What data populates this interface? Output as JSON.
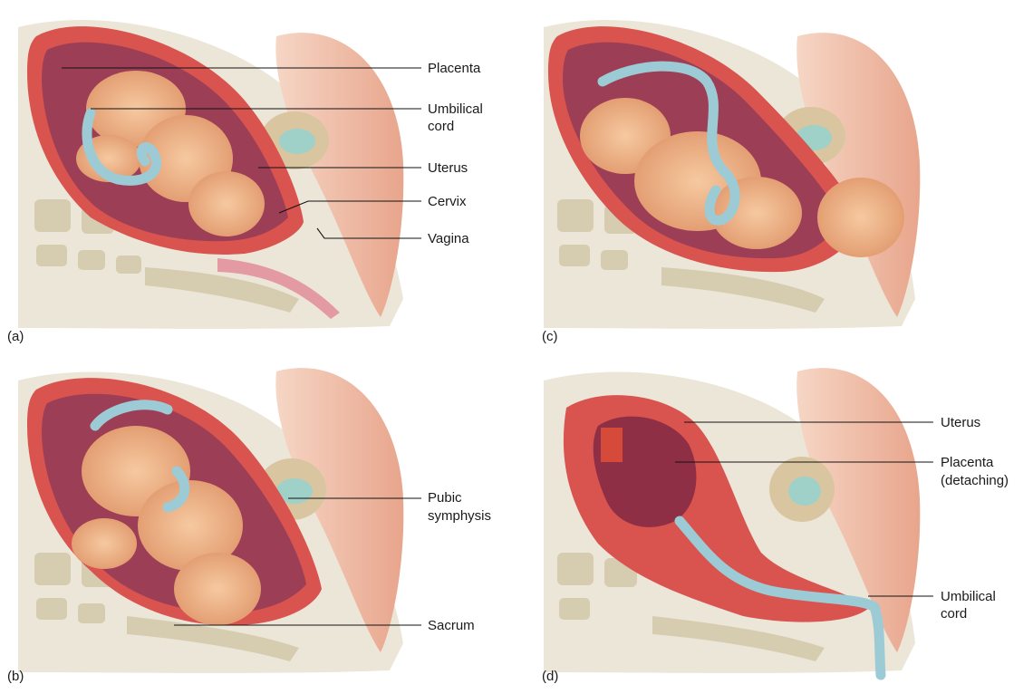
{
  "panels": {
    "a": {
      "letter": "(a)",
      "labels": [
        "Placenta",
        "Umbilical",
        "cord",
        "Uterus",
        "Cervix",
        "Vagina"
      ]
    },
    "b": {
      "letter": "(b)",
      "labels": [
        "Pubic",
        "symphysis",
        "Sacrum"
      ]
    },
    "c": {
      "letter": "(c)"
    },
    "d": {
      "letter": "(d)",
      "labels": [
        "Uterus",
        "Placenta",
        "(detaching)",
        "Umbilical",
        "cord"
      ]
    }
  },
  "colors": {
    "uterus_wall": "#d9534f",
    "amniotic_cavity": "#9c3f56",
    "fetus_skin": "#f1b98a",
    "umbilical_cord": "#9ccbd6",
    "bone": "#d8cfb6",
    "tissue": "#eae4d6",
    "abdomen_skin": "#f3c7b0"
  }
}
